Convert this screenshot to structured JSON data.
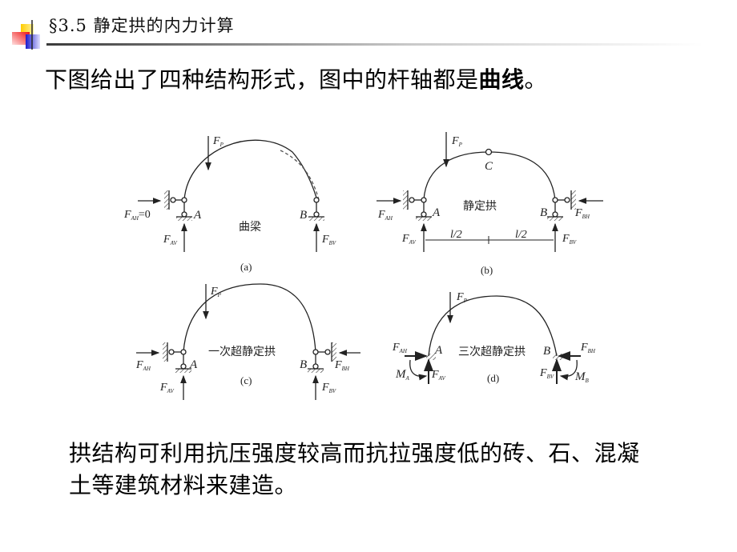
{
  "header": {
    "title": "§3.5  静定拱的内力计算",
    "logo_colors": {
      "yellow": "#ffcc00",
      "red": "#ee2222",
      "blue": "#2222cc"
    }
  },
  "intro": {
    "text_plain": "下图给出了四种结构形式，图中的杆轴都是",
    "text_bold": "曲线",
    "text_end": "。"
  },
  "figures": [
    {
      "id": "a",
      "caption": "(a)",
      "name": "曲梁",
      "load": "F_P",
      "supports": {
        "A": "A",
        "B": "B"
      },
      "reactions": {
        "horizontal": "F_AH=0",
        "vertical_A": "F_AV",
        "vertical_B": "F_BV"
      }
    },
    {
      "id": "b",
      "caption": "(b)",
      "name": "静定拱",
      "load": "F_P",
      "hinge": "C",
      "supports": {
        "A": "A",
        "B": "B"
      },
      "reactions": {
        "horizontal_A": "F_AH",
        "horizontal_B": "F_BH",
        "vertical_A": "F_AV",
        "vertical_B": "F_BV"
      },
      "spans": [
        "l/2",
        "l/2"
      ]
    },
    {
      "id": "c",
      "caption": "(c)",
      "name": "一次超静定拱",
      "load": "F_P",
      "supports": {
        "A": "A",
        "B": "B"
      },
      "reactions": {
        "horizontal_A": "F_AH",
        "horizontal_B": "F_BH",
        "vertical_A": "F_AV",
        "vertical_B": "F_BV"
      }
    },
    {
      "id": "d",
      "caption": "(d)",
      "name": "三次超静定拱",
      "load": "F_P",
      "supports": {
        "A": "A",
        "B": "B"
      },
      "reactions": {
        "horizontal_A": "F_AH",
        "horizontal_B": "F_BH",
        "vertical_A": "F_AV",
        "vertical_B": "F_BV",
        "moment_A": "M_A",
        "moment_B": "M_B"
      }
    }
  ],
  "labels": {
    "F": "F",
    "P": "P",
    "A": "A",
    "B": "B",
    "C": "C",
    "M": "M",
    "AH": "AH",
    "BH": "BH",
    "AV": "AV",
    "BV": "BV",
    "eq0": "=0",
    "half_span": "l/2",
    "name_a": "曲梁",
    "name_b": "静定拱",
    "name_c": "一次超静定拱",
    "name_d": "三次超静定拱",
    "cap_a": "(a)",
    "cap_b": "(b)",
    "cap_c": "(c)",
    "cap_d": "(d)"
  },
  "paragraph": {
    "line1": "拱结构可利用抗压强度较高而抗拉强度低的砖、石、混凝",
    "line2": "土等建筑材料来建造。"
  }
}
